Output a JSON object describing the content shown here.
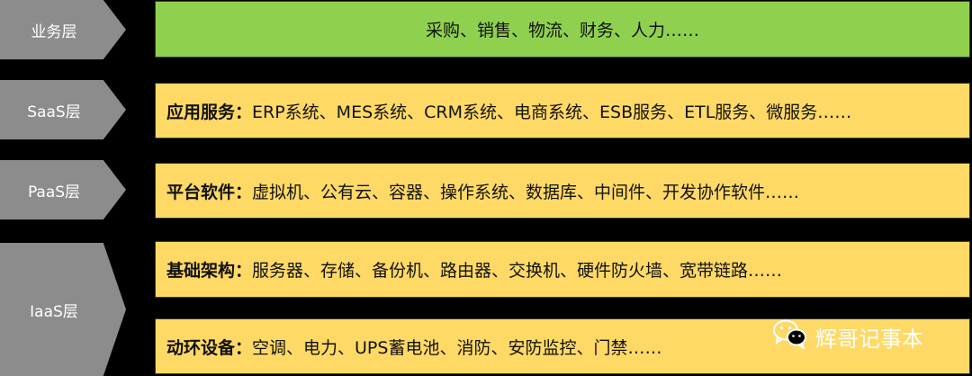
{
  "layers": {
    "business": "业务层",
    "saas": "SaaS层",
    "paas": "PaaS层",
    "iaas": "IaaS层"
  },
  "rows": {
    "business": {
      "text": "采购、销售、物流、财务、人力……"
    },
    "saas": {
      "title": "应用服务：",
      "text": "ERP系统、MES系统、CRM系统、电商系统、ESB服务、ETL服务、微服务……"
    },
    "paas": {
      "title": "平台软件：",
      "text": "虚拟机、公有云、容器、操作系统、数据库、中间件、开发协作软件……"
    },
    "iaas_infra": {
      "title": "基础架构：",
      "text": "服务器、存储、备份机、路由器、交换机、硬件防火墙、宽带链路……"
    },
    "iaas_env": {
      "title": "动环设备：",
      "text": "空调、电力、UPS蓄电池、消防、安防监控、门禁……"
    }
  },
  "watermark": {
    "text": "辉哥记事本",
    "icon": "wechat-icon"
  },
  "colors": {
    "arrow": "#8c8c8c",
    "business_box": "#8fd14f",
    "layer_box": "#ffd966",
    "background": "#000000"
  }
}
